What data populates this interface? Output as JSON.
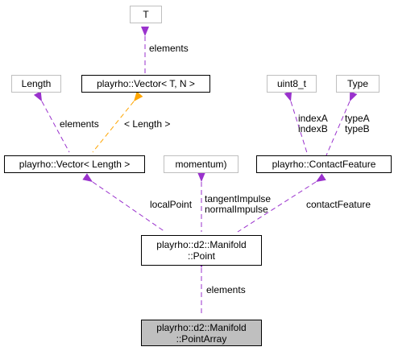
{
  "nodes": {
    "t": {
      "label": "T"
    },
    "vector_tn": {
      "label": "playrho::Vector< T, N >"
    },
    "length": {
      "label": "Length"
    },
    "uint8": {
      "label": "uint8_t"
    },
    "type": {
      "label": "Type"
    },
    "vector_length": {
      "label": "playrho::Vector< Length >"
    },
    "momentum": {
      "label": "momentum)"
    },
    "contact_feature": {
      "label": "playrho::ContactFeature"
    },
    "manifold_point": {
      "line1": "playrho::d2::Manifold",
      "line2": "::Point"
    },
    "point_array": {
      "line1": "playrho::d2::Manifold",
      "line2": "::PointArray"
    }
  },
  "edges": {
    "t_elements": "elements",
    "length_elements": "elements",
    "template_length": "< Length >",
    "indexA": "indexA",
    "indexB": "indexB",
    "typeA": "typeA",
    "typeB": "typeB",
    "local_point": "localPoint",
    "tangent_impulse": "tangentImpulse",
    "normal_impulse": "normalImpulse",
    "contact_feature": "contactFeature",
    "point_elements": "elements"
  },
  "colors": {
    "member_edge": "#9a32cd",
    "template_edge": "#ffa500",
    "focus_fill": "#bfbfbf",
    "external_border": "#bfbfbf"
  }
}
